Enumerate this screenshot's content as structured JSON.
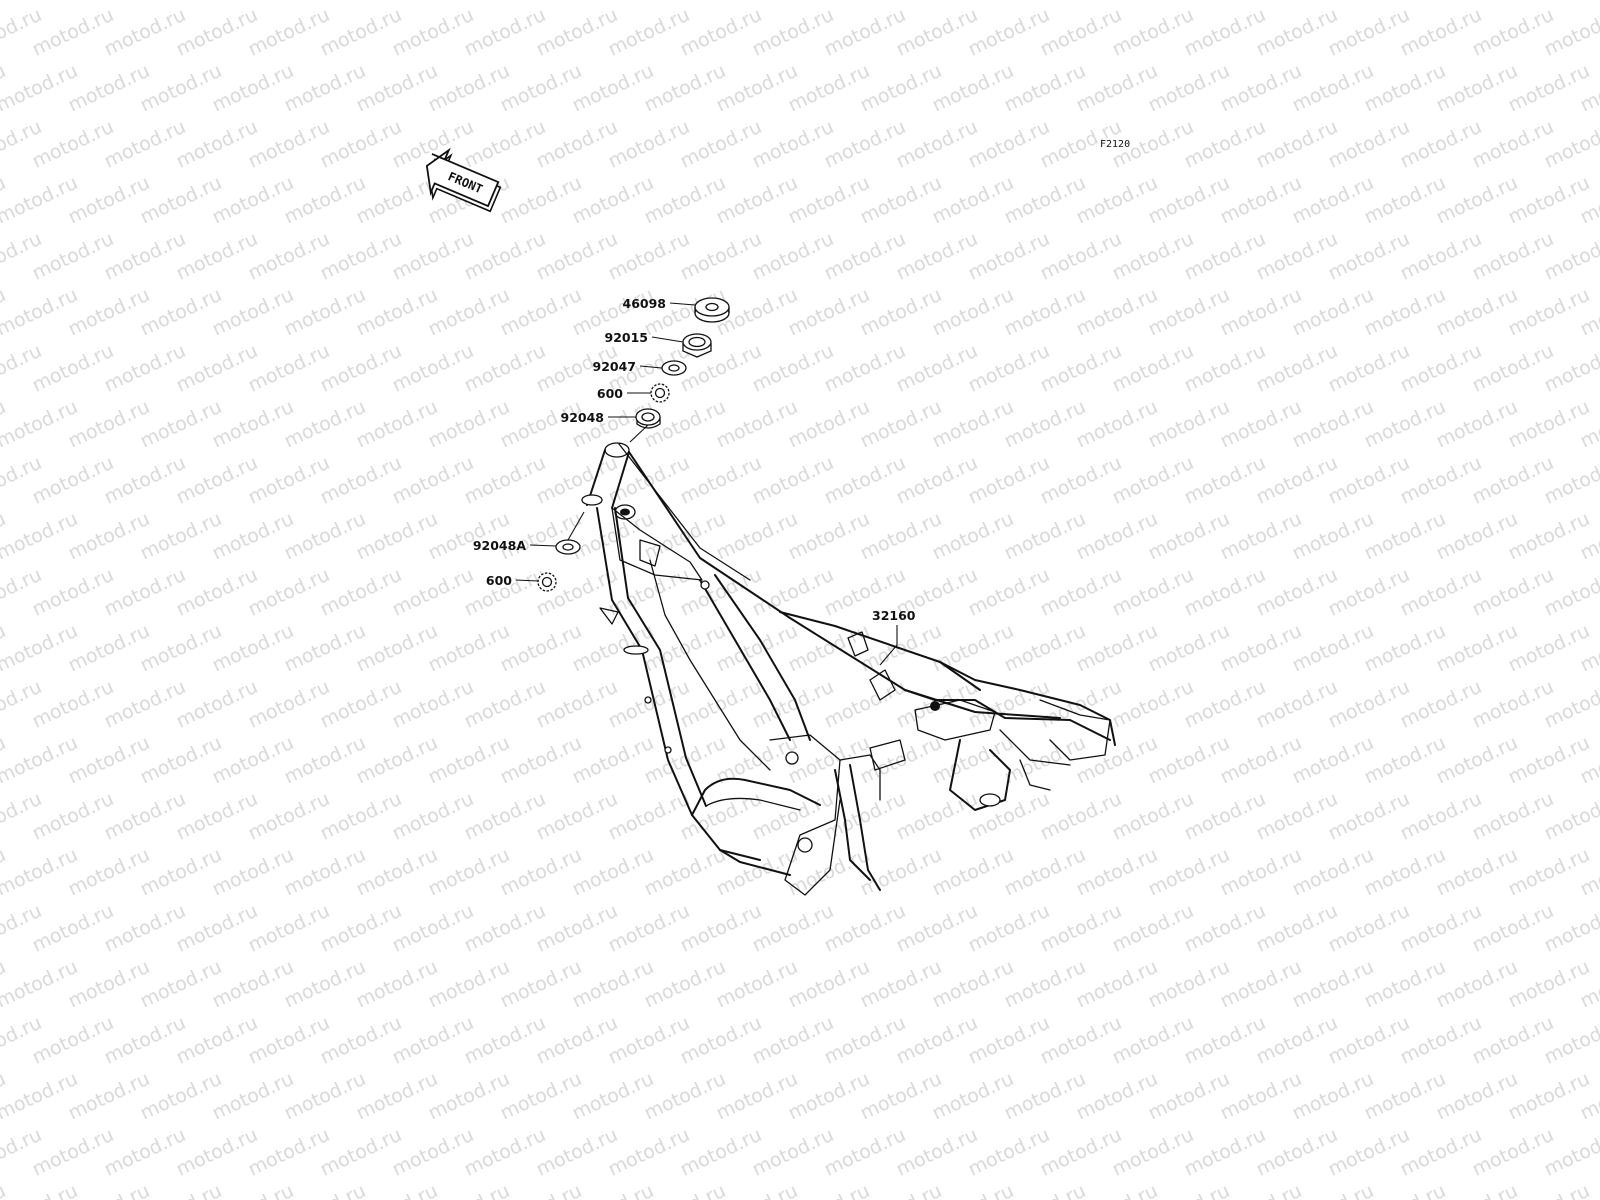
{
  "watermark": {
    "text": "motod.ru"
  },
  "figure_code": "F2120",
  "front_indicator": {
    "text": "FRONT"
  },
  "callouts": [
    {
      "id": "c1",
      "label": "46098"
    },
    {
      "id": "c2",
      "label": "92015"
    },
    {
      "id": "c3",
      "label": "92047"
    },
    {
      "id": "c4",
      "label": "600"
    },
    {
      "id": "c5",
      "label": "92048"
    },
    {
      "id": "c6",
      "label": "92048A"
    },
    {
      "id": "c7",
      "label": "600"
    },
    {
      "id": "c8",
      "label": "32160"
    }
  ]
}
